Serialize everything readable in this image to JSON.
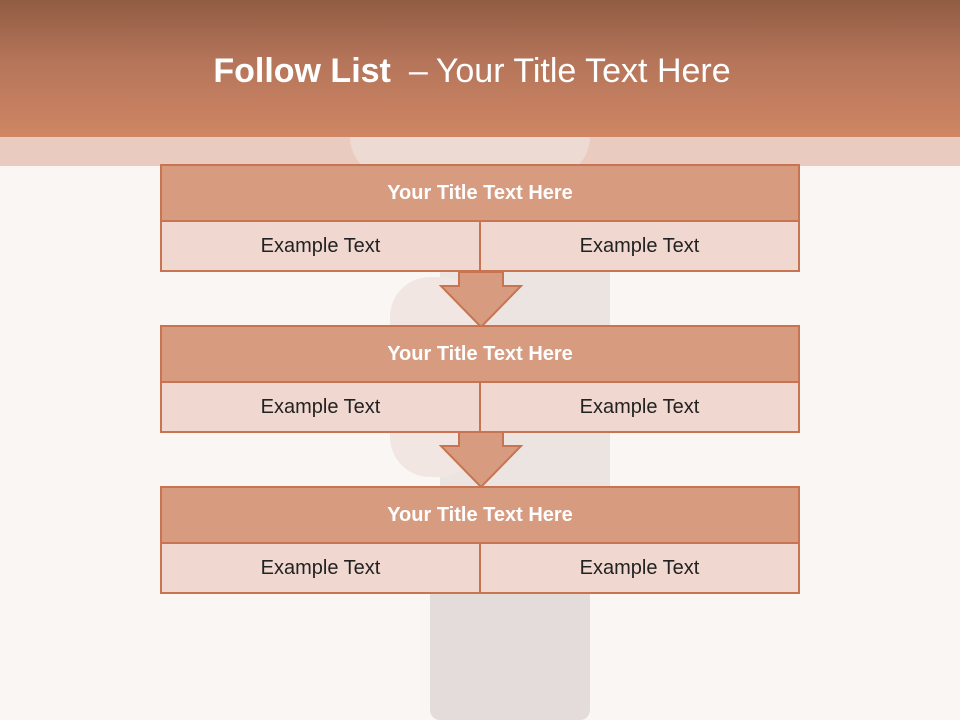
{
  "header": {
    "title_bold": "Follow List",
    "title_sep": "–",
    "title_rest": "Your Title Text Here"
  },
  "colors": {
    "header_top": "#915c42",
    "header_bottom": "#cf8664",
    "band": "#e9cbc0",
    "block_title_bg": "#d79b80",
    "cell_bg": "#f0d8d0",
    "border": "#c87452",
    "page_bg": "#faf6f4"
  },
  "blocks": [
    {
      "title": "Your Title Text Here",
      "left": "Example Text",
      "right": "Example Text"
    },
    {
      "title": "Your Title Text Here",
      "left": "Example Text",
      "right": "Example Text"
    },
    {
      "title": "Your Title Text Here",
      "left": "Example Text",
      "right": "Example Text"
    }
  ],
  "connectors": [
    "arrow-down-icon",
    "arrow-down-icon"
  ]
}
